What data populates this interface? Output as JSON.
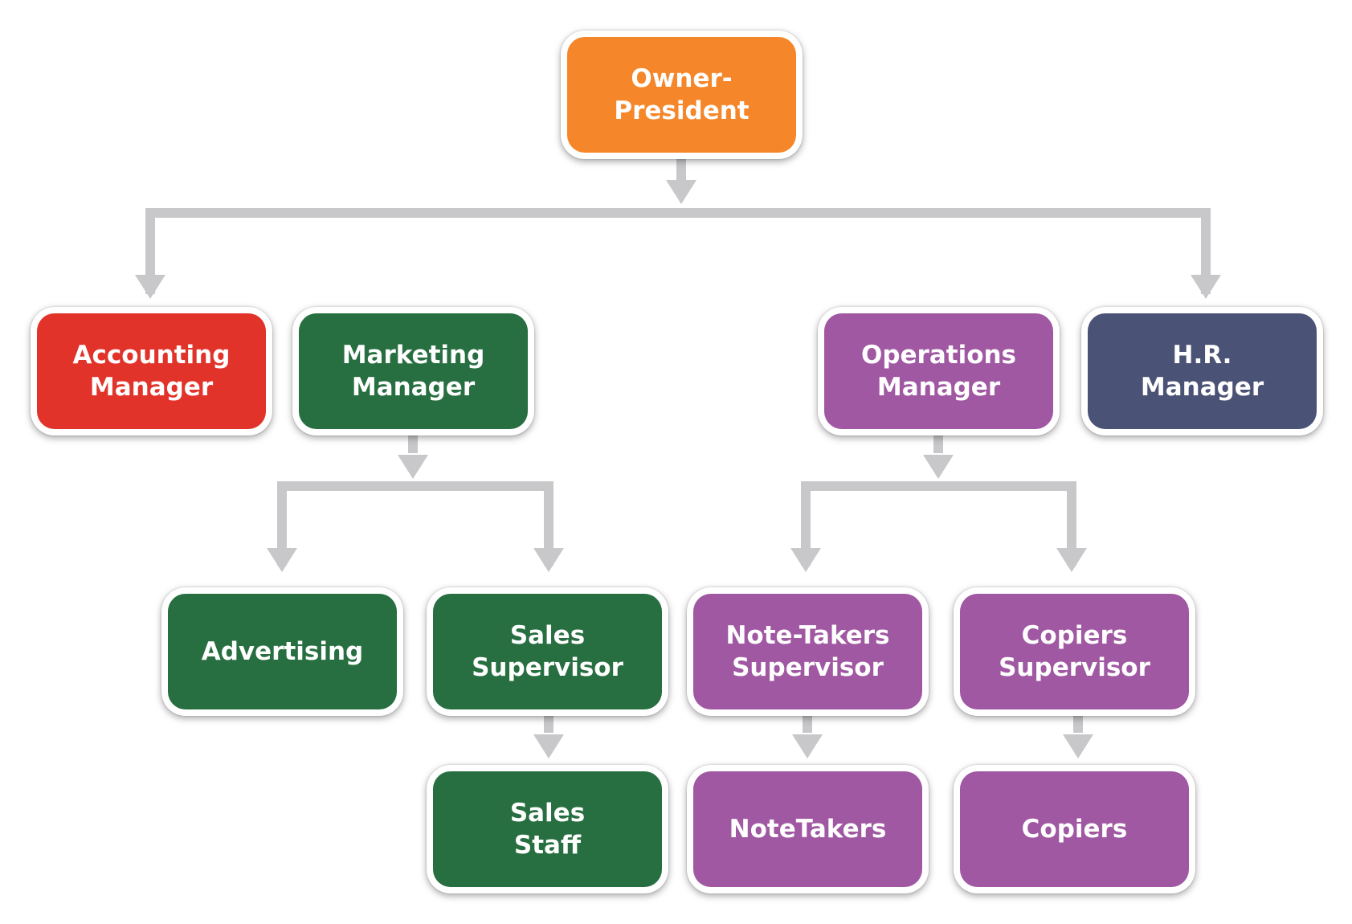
{
  "colors": {
    "owner": "#F5872A",
    "accounting": "#E2332A",
    "marketing": "#276F40",
    "operations": "#A058A2",
    "hr": "#4A5275",
    "connector": "#C8C8CA"
  },
  "nodes": {
    "owner_president": {
      "lines": [
        "Owner-President"
      ]
    },
    "accounting_manager": {
      "lines": [
        "Accounting",
        "Manager"
      ]
    },
    "marketing_manager": {
      "lines": [
        "Marketing",
        "Manager"
      ]
    },
    "operations_manager": {
      "lines": [
        "Operations",
        "Manager"
      ]
    },
    "hr_manager": {
      "lines": [
        "H.R.",
        "Manager"
      ]
    },
    "advertising": {
      "lines": [
        "Advertising"
      ]
    },
    "sales_supervisor": {
      "lines": [
        "Sales",
        "Supervisor"
      ]
    },
    "note_takers_supervisor": {
      "lines": [
        "Note-Takers",
        "Supervisor"
      ]
    },
    "copiers_supervisor": {
      "lines": [
        "Copiers",
        "Supervisor"
      ]
    },
    "sales_staff": {
      "lines": [
        "Sales",
        "Staff"
      ]
    },
    "notetakers": {
      "lines": [
        "NoteTakers"
      ]
    },
    "copiers": {
      "lines": [
        "Copiers"
      ]
    }
  }
}
